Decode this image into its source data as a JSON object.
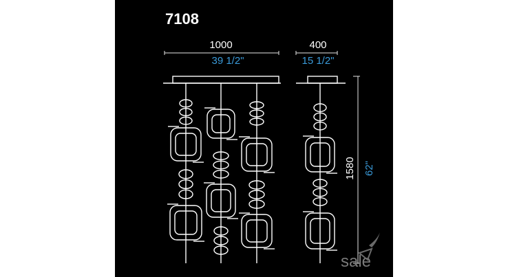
{
  "model_number": "7108",
  "dimensions": {
    "width_mm": "1000",
    "width_in": "39 1/2\"",
    "depth_mm": "400",
    "depth_in": "15 1/2\"",
    "height_mm": "1580",
    "height_in": "62\""
  },
  "watermark": {
    "text": "sale"
  },
  "colors": {
    "background": "#000000",
    "line": "#ffffff",
    "imperial": "#3a9ad9"
  }
}
